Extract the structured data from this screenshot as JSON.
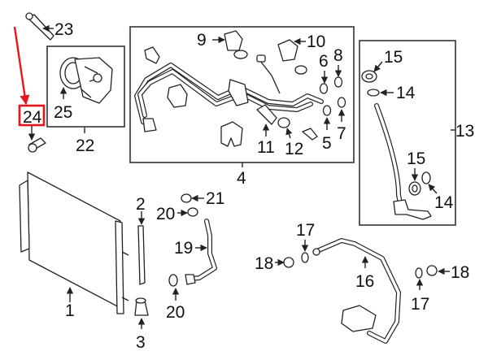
{
  "diagram": {
    "title": "A/C system parts diagram",
    "highlight_color": "#e8141b",
    "highlighted_callout": "24",
    "callouts": {
      "c1": "1",
      "c2": "2",
      "c3": "3",
      "c4": "4",
      "c5": "5",
      "c6": "6",
      "c7": "7",
      "c8": "8",
      "c9": "9",
      "c10": "10",
      "c11": "11",
      "c12": "12",
      "c13": "13",
      "c14a": "14",
      "c14b": "14",
      "c15a": "15",
      "c15b": "15",
      "c16": "16",
      "c17a": "17",
      "c17b": "17",
      "c18a": "18",
      "c18b": "18",
      "c19": "19",
      "c20a": "20",
      "c20b": "20",
      "c21": "21",
      "c22": "22",
      "c23": "23",
      "c24": "24",
      "c25": "25"
    }
  }
}
